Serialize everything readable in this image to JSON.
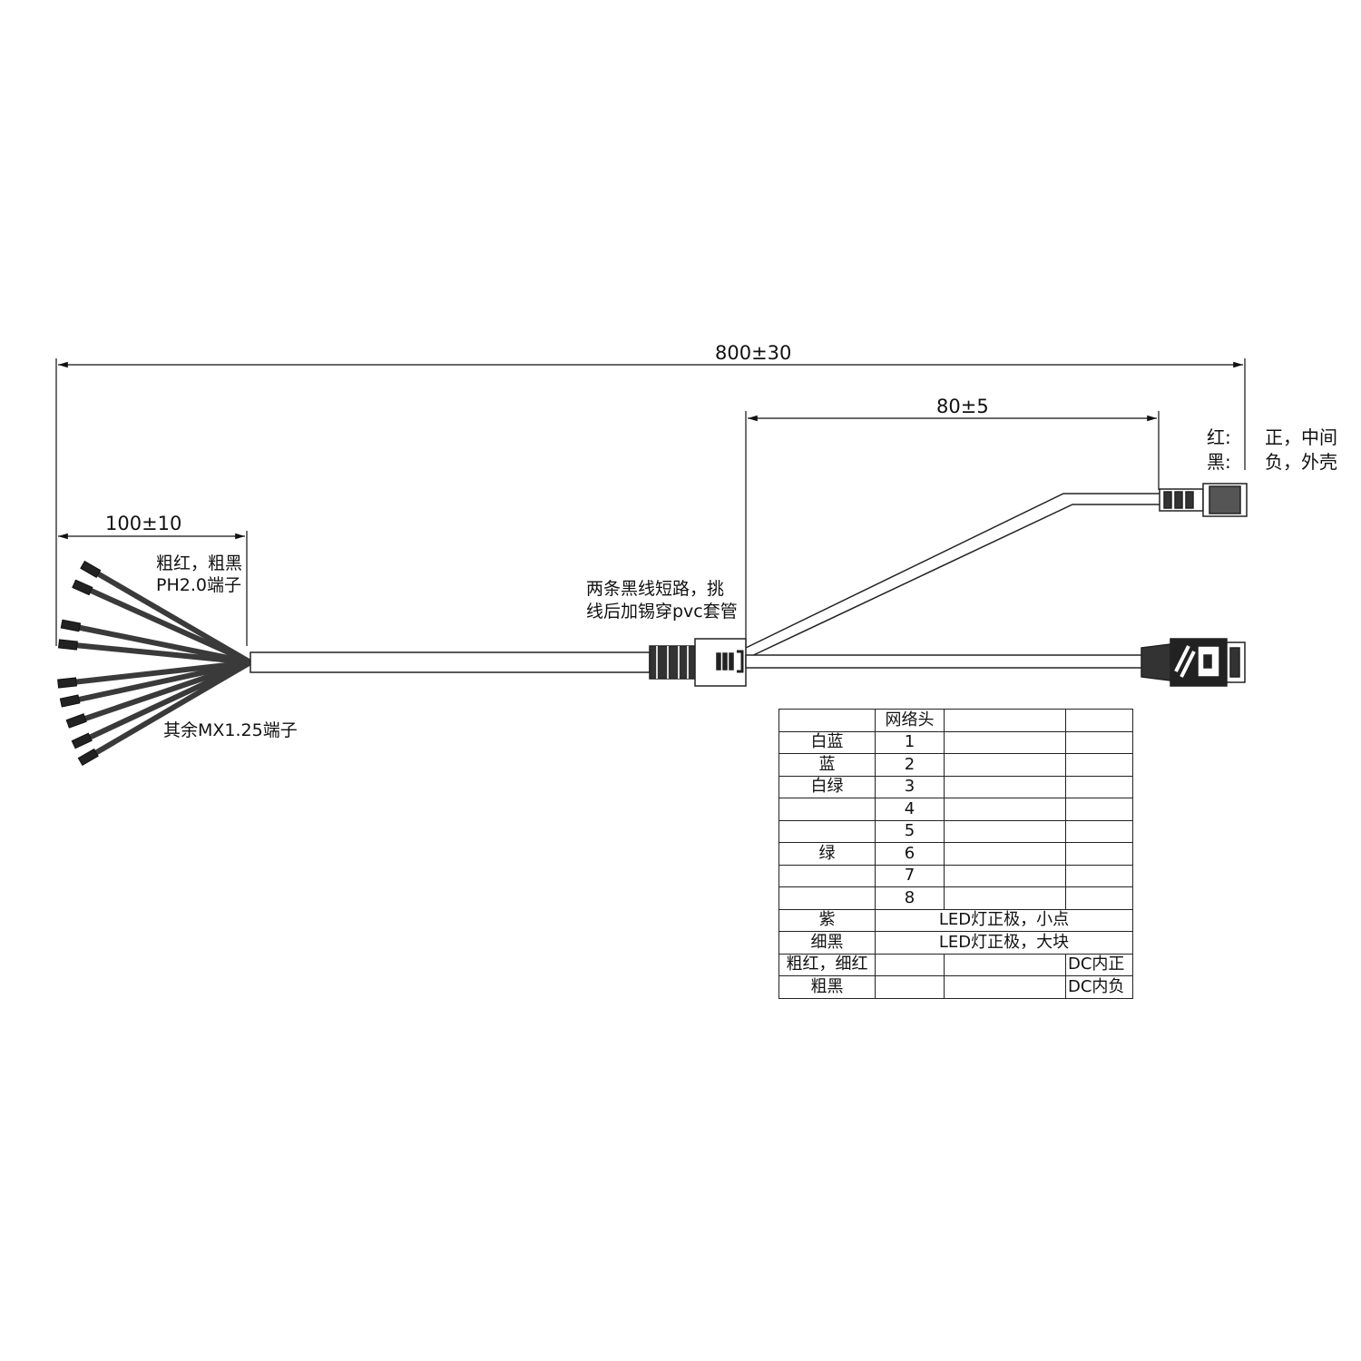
{
  "dimensions": {
    "overall": "800±30",
    "branch": "80±5",
    "breakout": "100±10"
  },
  "notes": {
    "ph_terminal_line1": "粗红，粗黑",
    "ph_terminal_line2": "PH2.0端子",
    "mx_terminal": "其余MX1.25端子",
    "splice_line1": "两条黑线短路，挑",
    "splice_line2": "线后加锡穿pvc套管"
  },
  "dc_legend": [
    {
      "color": "红:",
      "meaning": "正，中间"
    },
    {
      "color": "黑:",
      "meaning": "负，外壳"
    }
  ],
  "pinout_table": {
    "header": [
      "",
      "网络头",
      "",
      ""
    ],
    "rows": [
      {
        "wire": "白蓝",
        "pin": "1",
        "note": "",
        "dc": ""
      },
      {
        "wire": "蓝",
        "pin": "2",
        "note": "",
        "dc": ""
      },
      {
        "wire": "白绿",
        "pin": "3",
        "note": "",
        "dc": ""
      },
      {
        "wire": "",
        "pin": "4",
        "note": "",
        "dc": ""
      },
      {
        "wire": "",
        "pin": "5",
        "note": "",
        "dc": ""
      },
      {
        "wire": "绿",
        "pin": "6",
        "note": "",
        "dc": ""
      },
      {
        "wire": "",
        "pin": "7",
        "note": "",
        "dc": ""
      },
      {
        "wire": "",
        "pin": "8",
        "note": "",
        "dc": ""
      }
    ],
    "merged_rows": [
      {
        "wire": "紫",
        "note": "LED灯正极，小点"
      },
      {
        "wire": "细黑",
        "note": "LED灯正极，大块"
      }
    ],
    "dc_rows": [
      {
        "wire": "粗红，细红",
        "dc": "DC内正"
      },
      {
        "wire": "粗黑",
        "dc": "DC内负"
      }
    ]
  }
}
